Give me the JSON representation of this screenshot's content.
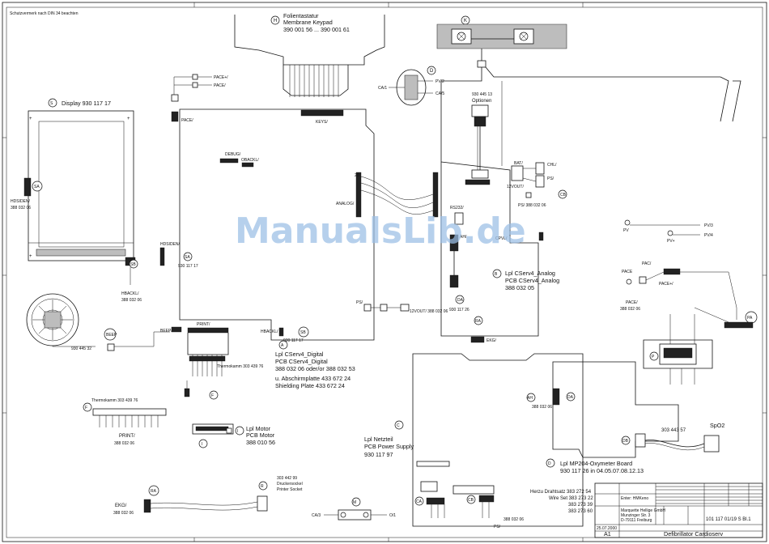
{
  "header_note": "Schutzvermerk nach DIN 34 beachten",
  "watermark": "ManualsLib.de",
  "labels": {
    "h_letter": "H",
    "keypad_de": "Folientastatur",
    "keypad_en": "Membrane Keypad",
    "keypad_pn": "390 001 56 ... 390 001 61",
    "k_letter": "K",
    "d_letter": "D",
    "ca1": "CA/1",
    "pv2": "PV/2",
    "ca5": "CA/5",
    "pv3": "PV/3",
    "pv4": "PV/4",
    "pace_plus": "PACE+/",
    "pace_minus": "PACE/",
    "pace_top": "PACE/",
    "keys": "KEYS/",
    "debug": "DEBUG/",
    "obackl": "OBACKL/",
    "analog": "ANALOG/",
    "optionen_pn": "930 445 13",
    "optionen": "Optionen",
    "bat": "BAT/",
    "chl": "CHL/",
    "ps": "PS/",
    "v12out": "12VOUT/",
    "cb": "CB",
    "ps_pn": "PS/ 388 032 06",
    "rs232": "RS232/",
    "cpvl": "CPVL/",
    "ah": "AH/",
    "pv_plus": "PV",
    "pv_minus": "PV+",
    "da": "DA",
    "da_pn": "930 117 26",
    "ps_mid": "PS/",
    "v12out_mid": "12VOUT/ 388 032 06",
    "s_letter": "S",
    "display": "Display 930 117 17",
    "sa": "SA",
    "hdsiden": "HDSIDEN/",
    "hdsiden_pn": "388 032 06",
    "sb": "SB",
    "hbackl": "HBACKL/",
    "hbackl_pn": "388 032 06",
    "hdsiden2": "HDSIDEN/",
    "hdsiden2_pn": "930 117 17",
    "speaker_pn": "930 445 32",
    "beep": "BEEP",
    "beep2": "BEEP/",
    "print_mid": "PRINT/",
    "hbackl_mid": "HBACKL/",
    "sb_pn": "930 117 17",
    "thermo_mid": "Thermokamm 303 439 76",
    "f_letter": "F",
    "i_letter": "I",
    "motor_de": "Lpl Motor",
    "motor_en": "PCB Motor",
    "motor_pn": "388 010 56",
    "thermo_left": "Thermokamm 303 439 76",
    "print_left": "PRINT/",
    "print_left_pn": "388 032 06",
    "a_letter": "A",
    "digital_de": "Lpl CServ4_Digital",
    "digital_en": "PCB CServ4_Digital",
    "digital_pn": "388 032 06 oder/or 388 032 53",
    "shield_de": "u. Abschirmplatte 433 672 24",
    "shield_en": "Shielding Plate 433 672 24",
    "b_letter": "B",
    "analog_de": "Lpl CServ4_Analog",
    "analog_en": "PCB CServ4_Analog",
    "analog_pn": "388 032 05",
    "pace_r": "PACE/",
    "pace_r_pn": "388 032 06",
    "pace2": "PACE",
    "pac": "PAC/",
    "pace_p": "PACE+/",
    "pa": "PA",
    "p_letter": "P",
    "ra": "RA",
    "ekg": "EKG/",
    "c_letter": "C",
    "netz_de": "Lpl Netzteil",
    "netz_en": "PCB Power Supply",
    "netz_pn": "930 117 97",
    "ca": "CA",
    "ps_bot": "PS/",
    "ps_bot_pn": "388 032 06",
    "ah2": "AH",
    "ah2_pn": "388 032 06",
    "db": "DB",
    "oxy_pn": "303 443 57",
    "spo2": "SpO2",
    "oxy_d": "D",
    "oxy_de": "Lpl MP204-Oxymeter Board",
    "oxy_pn2": "930 117 26 in 04.05.07.08.12.13",
    "herzu": "Herzu Drahtsatz 383 272 54",
    "wire": "Wire Set 383 273 22",
    "wire2": "383 273 39",
    "wire3": "383 273 60",
    "ra_left": "RA",
    "ekg_left": "EKG/",
    "ekg_left_pn": "388 032 06",
    "r_letter": "R",
    "socket_pn": "303 442 99",
    "socket_de": "Druckersockel",
    "socket_en": "Printer Socket",
    "m_letter": "M",
    "ca3": "CA/3",
    "o1": "O/1",
    "tb_firm": "Marquette Hellige GmbH",
    "tb_addr1": "Munzinger Str. 3",
    "tb_addr2": "D-79111 Freiburg",
    "tb_size": "A1",
    "tb_title": "Defibrillator Cardioserv",
    "tb_docno": "101 117 01/19 S Bl.1",
    "tb_name": "Enter: HMKeno",
    "tb_date": "25.07.2000"
  }
}
